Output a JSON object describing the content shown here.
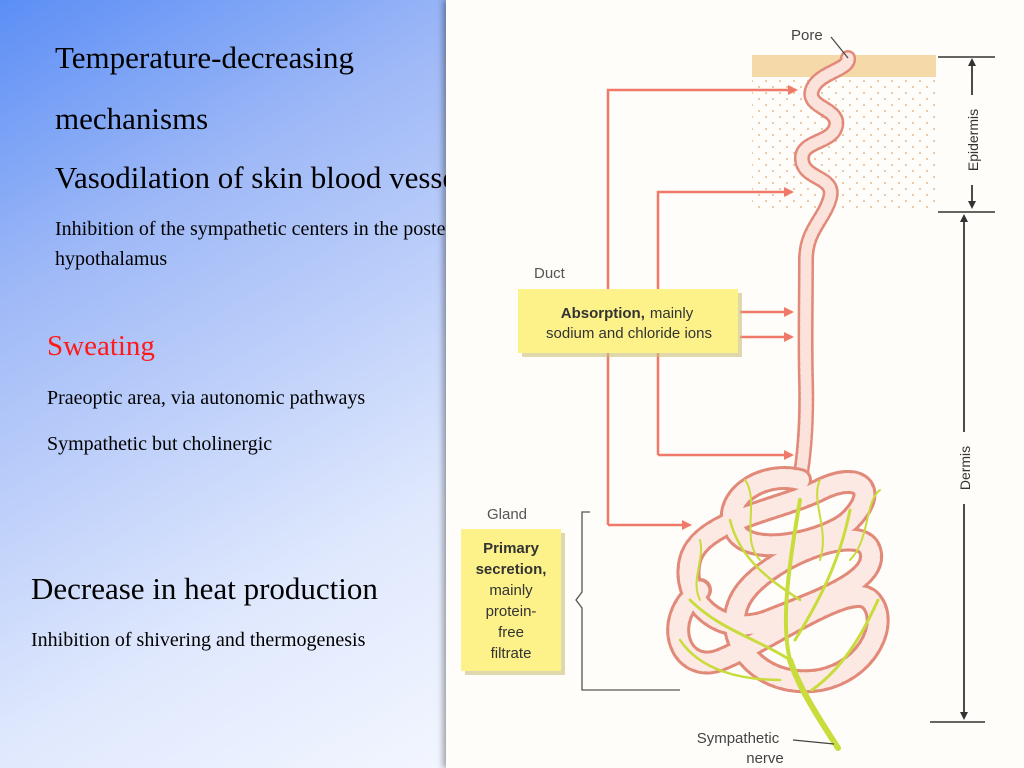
{
  "slide": {
    "heading_line1": "Temperature-decreasing",
    "heading_line2": "mechanisms",
    "vasodilation": "Vasodilation of skin blood vessels",
    "inhibition_line1": "Inhibition of the sympathetic centers in the posterior",
    "inhibition_line2": "hypothalamus",
    "sweating": "Sweating",
    "praeoptic": "Praeoptic area, via autonomic pathways",
    "sympathetic": "Sympathetic but cholinergic",
    "decrease": "Decrease in heat production",
    "shivering": "Inhibition of shivering and thermogenesis"
  },
  "figure": {
    "pore": "Pore",
    "epidermis": "Epidermis",
    "dermis": "Dermis",
    "duct": "Duct",
    "absorption_bold": "Absorption,",
    "absorption_rest": "mainly",
    "absorption_line2": "sodium and chloride ions",
    "gland": "Gland",
    "primary_line1": "Primary",
    "primary_line2": "secretion,",
    "primary_line3": "mainly",
    "primary_line4": "protein-",
    "primary_line5": "free",
    "primary_line6": "filtrate",
    "nerve_line1": "Sympathetic",
    "nerve_line2": "nerve",
    "colors": {
      "arrow": "#ef7a6a",
      "label_box": "#fdf28a",
      "nerve": "#c8dc3c",
      "duct": "#f3b8aa"
    }
  }
}
